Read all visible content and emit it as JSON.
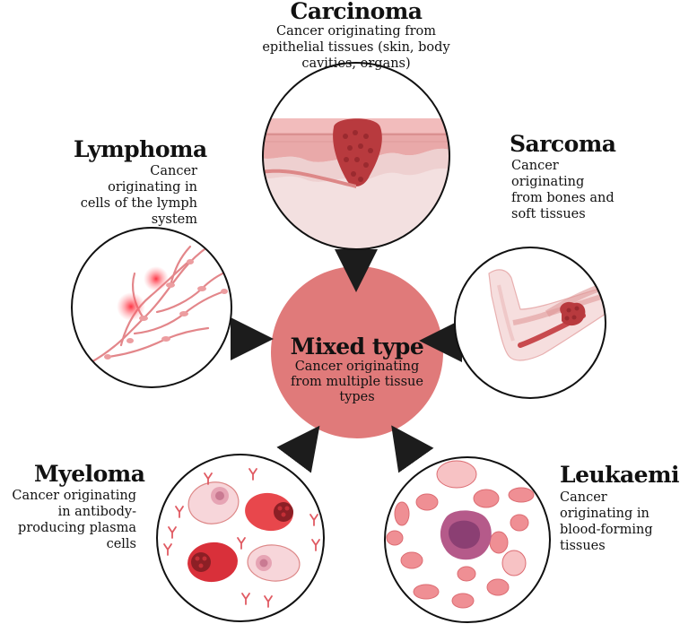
{
  "center": {
    "title": "Mixed type",
    "desc_lines": [
      "Cancer originating",
      "from multiple tissue",
      "types"
    ]
  },
  "types": [
    {
      "name": "Carcinoma",
      "desc_lines": [
        "Cancer originating from",
        "epithelial tissues (skin, body",
        "cavities, organs)"
      ]
    },
    {
      "name": "Lymphoma",
      "desc_lines": [
        "Cancer",
        "originating in",
        "cells of the lymph",
        "system"
      ]
    },
    {
      "name": "Sarcoma",
      "desc_lines": [
        "Cancer",
        "originating",
        "from bones and",
        "soft tissues"
      ]
    },
    {
      "name": "Myeloma",
      "desc_lines": [
        "Cancer originating",
        "in antibody-",
        "producing plasma",
        "cells"
      ]
    },
    {
      "name": "Leukaemia",
      "desc_lines": [
        "Cancer",
        "originating in",
        "blood-forming",
        "tissues"
      ]
    }
  ],
  "colors": {
    "center_fill": "#e07a7a",
    "arrow": "#1c1c1c",
    "tissue_dark": "#b83a3e",
    "tissue_light": "#f4cccc",
    "cell_pink": "#ef8f94",
    "cell_red": "#d9303a",
    "nucleus_purple": "#8b3f73"
  },
  "icons": [
    "skin-tumor-icon",
    "lymph-vessels-icon",
    "arm-bone-tumor-icon",
    "plasma-cells-icon",
    "blood-cells-icon"
  ]
}
